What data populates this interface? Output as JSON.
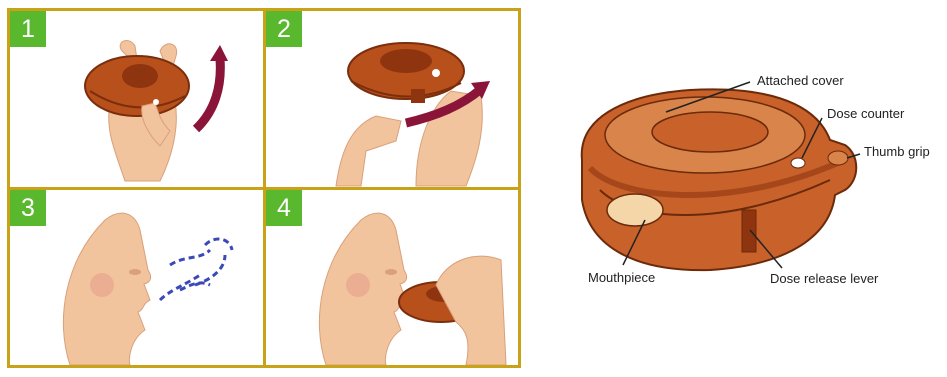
{
  "steps": [
    {
      "number": "1"
    },
    {
      "number": "2"
    },
    {
      "number": "3"
    },
    {
      "number": "4"
    }
  ],
  "labels": {
    "attached_cover": "Attached cover",
    "dose_counter": "Dose counter",
    "thumb_grip": "Thumb grip",
    "mouthpiece": "Mouthpiece",
    "dose_release_lever": "Dose release lever"
  },
  "colors": {
    "frame": "#c9a317",
    "badge": "#59b82e",
    "device": "#b8501c",
    "skin": "#f2c49e",
    "arrow": "#8a1538",
    "breath": "#3b49b8"
  }
}
